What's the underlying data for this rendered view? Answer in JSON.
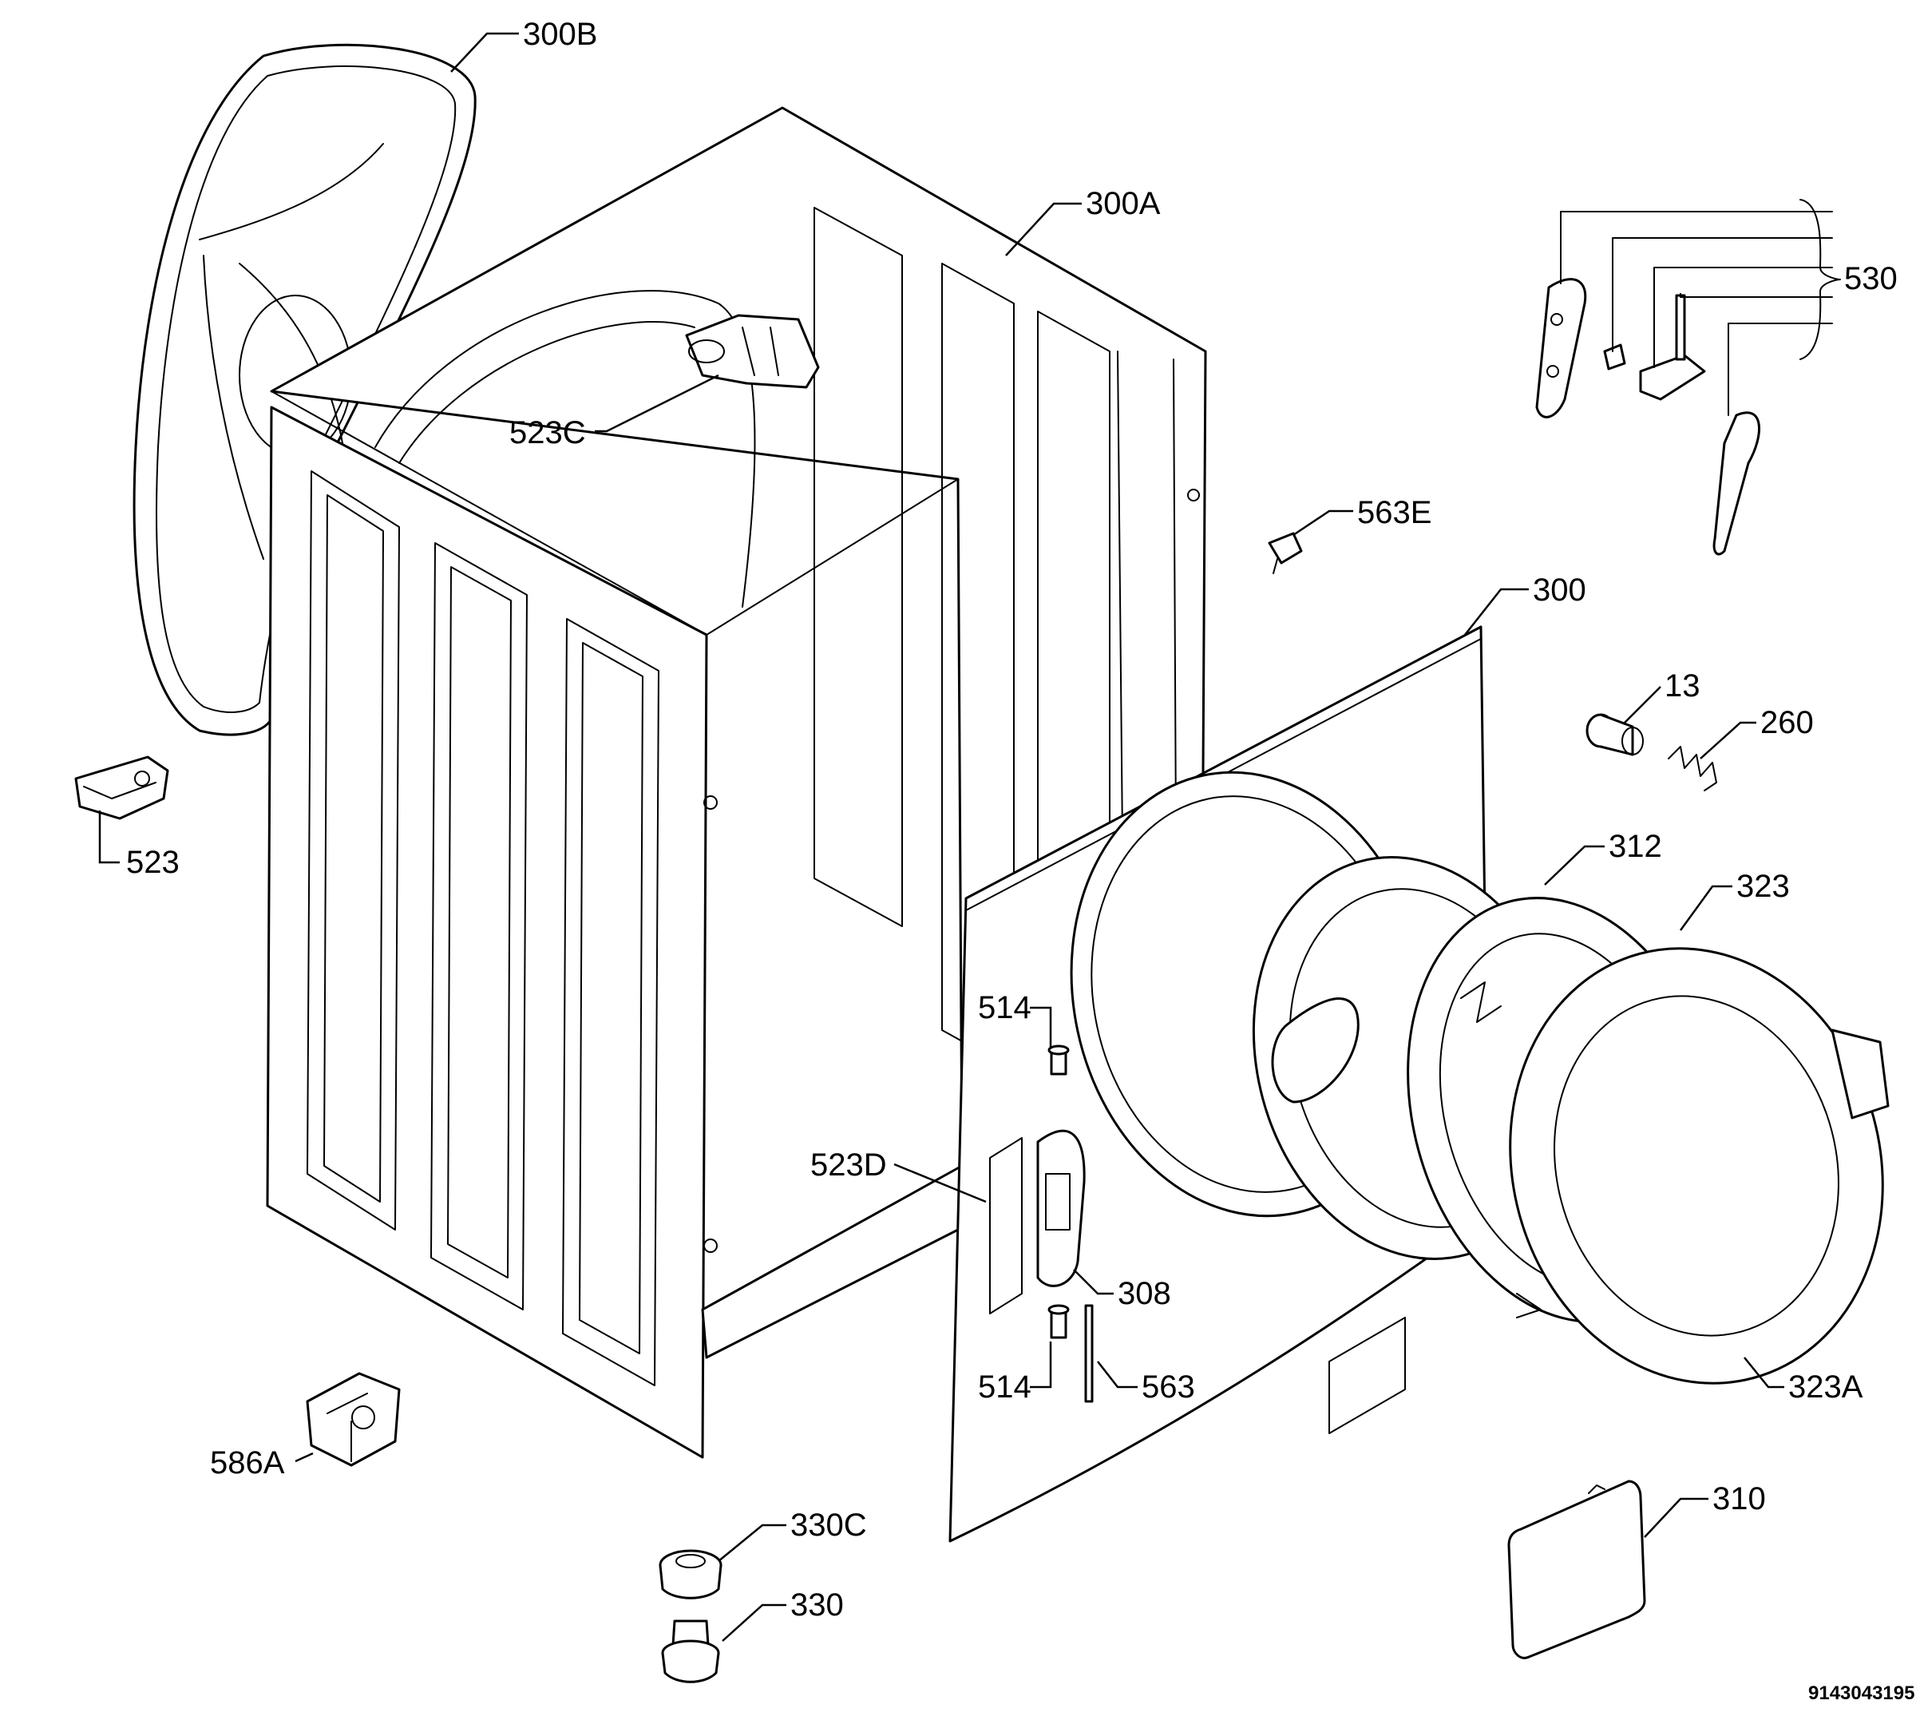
{
  "callouts": {
    "c300B": "300B",
    "c300A": "300A",
    "c530": "530",
    "c523C": "523C",
    "c563E": "563E",
    "c300": "300",
    "c13": "13",
    "c260": "260",
    "c523": "523",
    "c312": "312",
    "c323": "323",
    "c514a": "514",
    "c523D": "523D",
    "c308": "308",
    "c514b": "514",
    "c563": "563",
    "c323A": "323A",
    "c586A": "586A",
    "c330C": "330C",
    "c310": "310",
    "c330": "330"
  },
  "document_number": "9143043195"
}
